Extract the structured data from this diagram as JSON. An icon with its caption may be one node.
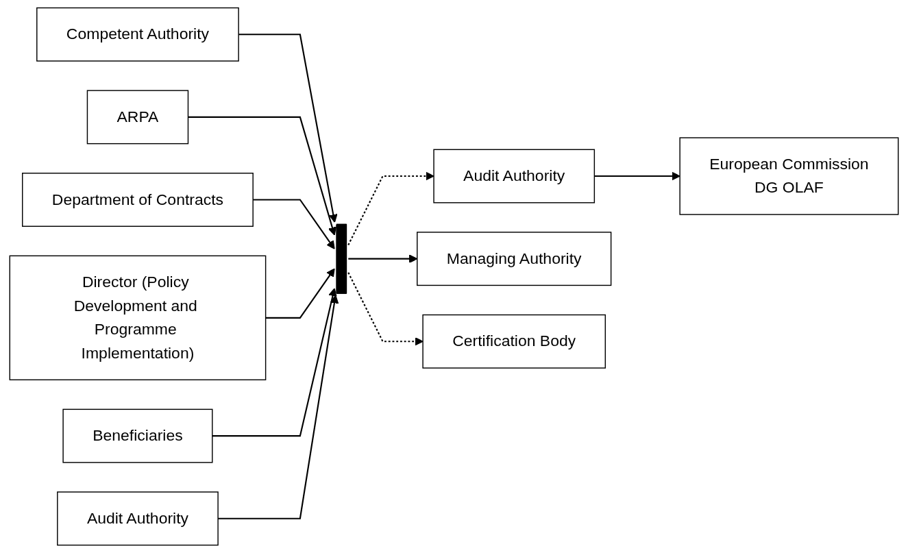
{
  "diagram": {
    "nodes": [
      {
        "text": [
          "Competent Authority"
        ]
      },
      {
        "text": [
          "ARPA"
        ]
      },
      {
        "text": [
          "Department of Contracts"
        ]
      },
      {
        "text": [
          "Director (Policy Development and Programme Implementation)"
        ]
      },
      {
        "text": [
          "Beneficiaries"
        ]
      },
      {
        "text": [
          "Audit Authority"
        ]
      },
      {
        "text": [],
        "shape": "bar"
      },
      {
        "text": [
          "Audit Authority"
        ]
      },
      {
        "text": [
          "Managing Authority"
        ]
      },
      {
        "text": [
          "Certification Body"
        ]
      },
      {
        "text": [
          "European Commission",
          "DG OLAF"
        ]
      }
    ],
    "edges": [
      {
        "from": 0,
        "to": 6,
        "arrow": "to"
      },
      {
        "from": 1,
        "to": 6,
        "arrow": "to"
      },
      {
        "from": 2,
        "to": 6,
        "arrow": "to"
      },
      {
        "from": 3,
        "to": 6,
        "arrow": "to"
      },
      {
        "from": 4,
        "to": 6,
        "arrow": "to"
      },
      {
        "from": 5,
        "to": 6,
        "arrow": "to"
      },
      {
        "from": 6,
        "to": 7,
        "arrow": "to",
        "style": "dashed"
      },
      {
        "from": 6,
        "to": 8,
        "arrow": "to"
      },
      {
        "from": 6,
        "to": 9,
        "arrow": "to",
        "style": "dashed"
      },
      {
        "from": 7,
        "to": 10,
        "arrow": "to"
      }
    ]
  }
}
